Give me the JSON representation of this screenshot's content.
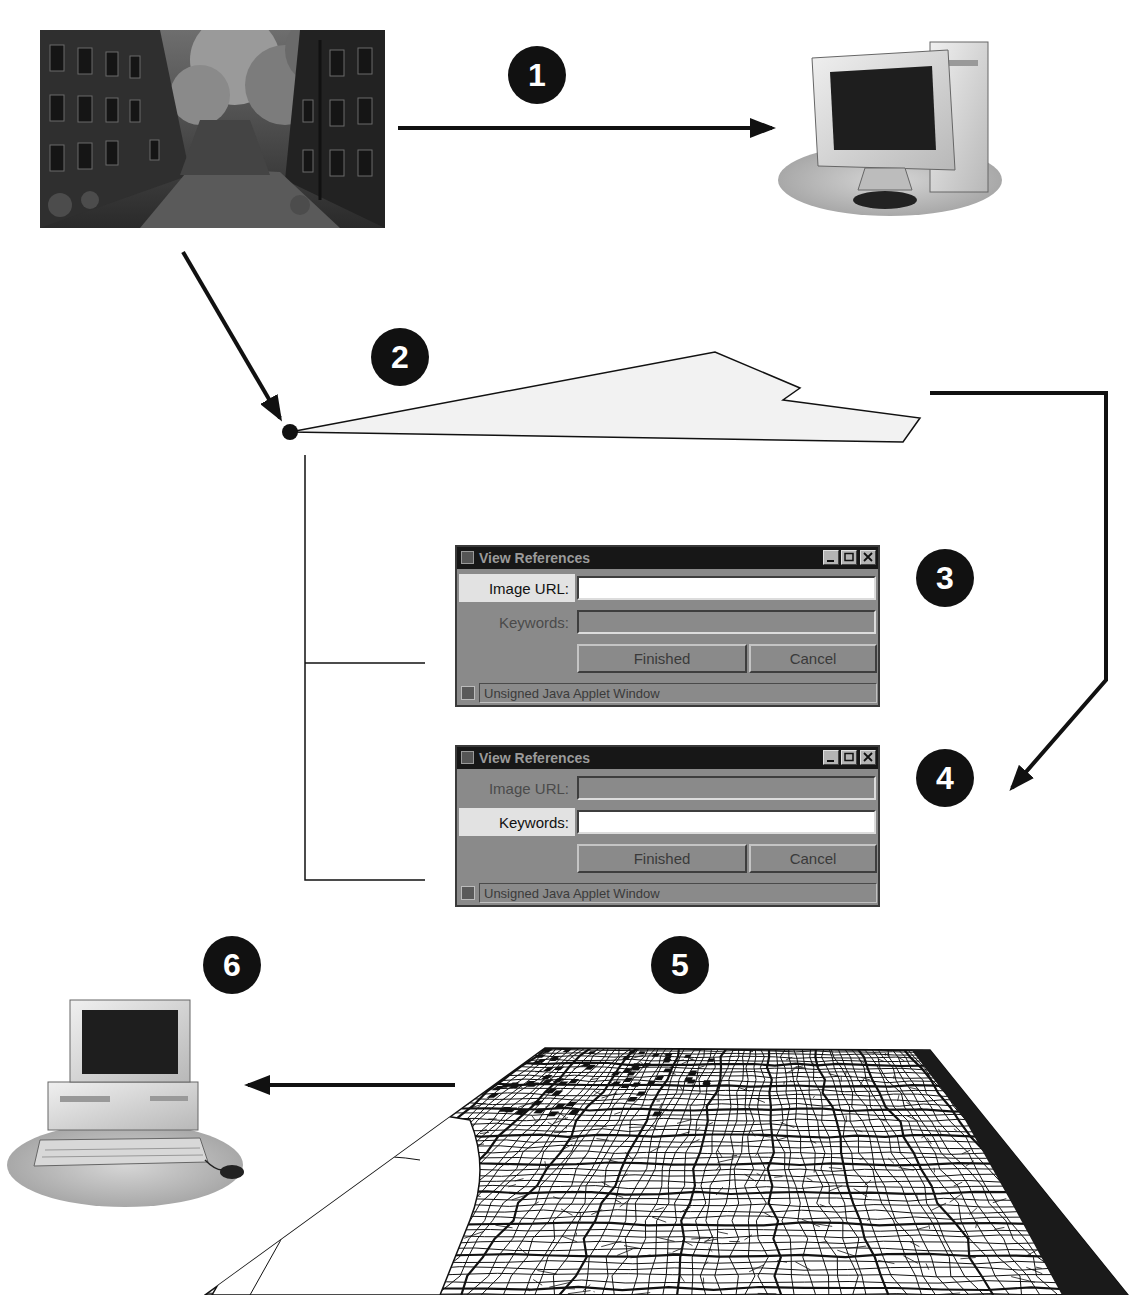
{
  "diagram": {
    "nodes": [
      {
        "text": [
          "View References",
          "Image URL:",
          "Keywords:",
          "Unsigned Java Applet Window"
        ]
      },
      {
        "text": [
          "Finished"
        ],
        "in": 0
      },
      {
        "text": [
          "Cancel"
        ],
        "in": 0
      },
      {
        "text": [
          "View References",
          "Image URL:",
          "Keywords:",
          "Unsigned Java Applet Window"
        ]
      },
      {
        "text": [
          "Finished"
        ],
        "in": 3
      },
      {
        "text": [
          "Cancel"
        ],
        "in": 3
      }
    ],
    "labels": [
      "1",
      "2",
      "3",
      "4",
      "5",
      "6"
    ]
  }
}
